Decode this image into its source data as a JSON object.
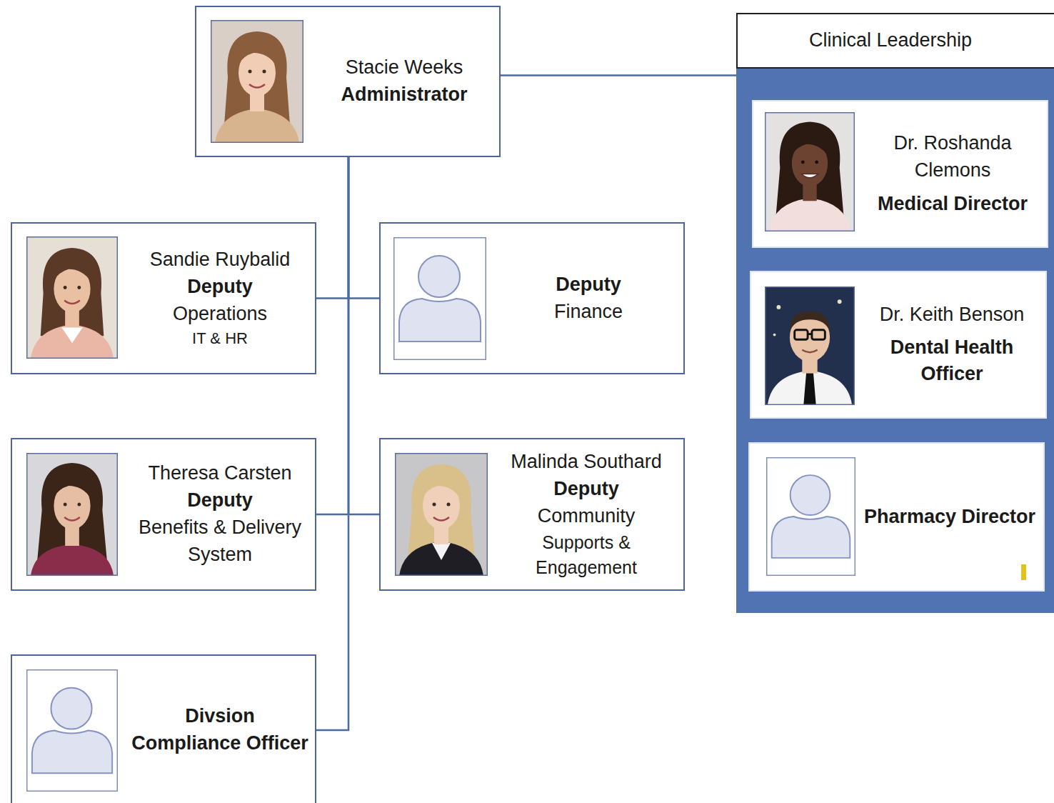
{
  "diagram": {
    "nodes": [
      {
        "text": [
          "Stacie Weeks",
          "Administrator"
        ]
      },
      {
        "text": [
          "Clinical Leadership"
        ]
      },
      {
        "text": [
          "Dr. Roshanda Clemons",
          "Medical Director"
        ],
        "in": 1
      },
      {
        "text": [
          "Dr. Keith Benson",
          "Dental Health Officer"
        ],
        "in": 1
      },
      {
        "text": [
          "Pharmacy Director"
        ],
        "in": 1
      },
      {
        "text": [
          "Sandie Ruybalid",
          "Deputy",
          "Operations",
          "IT & HR"
        ]
      },
      {
        "text": [
          "Deputy",
          "Finance"
        ]
      },
      {
        "text": [
          "Theresa Carsten",
          "Deputy",
          "Benefits & Delivery System"
        ]
      },
      {
        "text": [
          "Malinda Southard",
          "Deputy",
          "Community",
          "Supports & Engagement"
        ]
      },
      {
        "text": [
          "Divsion Compliance Officer"
        ]
      }
    ],
    "edges": [
      {
        "from": 0,
        "to": 1,
        "arrow": "none"
      },
      {
        "from": 0,
        "to": 5,
        "arrow": "none"
      },
      {
        "from": 0,
        "to": 6,
        "arrow": "none"
      },
      {
        "from": 0,
        "to": 7,
        "arrow": "none"
      },
      {
        "from": 0,
        "to": 8,
        "arrow": "none"
      },
      {
        "from": 0,
        "to": 9,
        "arrow": "none"
      }
    ]
  }
}
